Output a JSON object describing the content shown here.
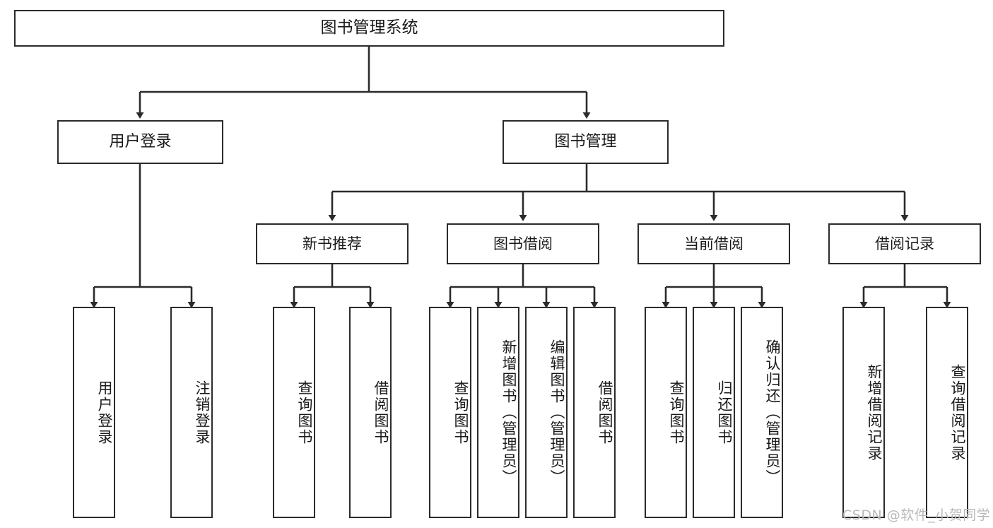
{
  "diagram": {
    "type": "tree",
    "title": "图书管理系统",
    "root": {
      "label": "图书管理系统"
    },
    "level2": [
      {
        "label": "用户登录"
      },
      {
        "label": "图书管理"
      }
    ],
    "level3": [
      {
        "label": "新书推荐"
      },
      {
        "label": "图书借阅"
      },
      {
        "label": "当前借阅"
      },
      {
        "label": "借阅记录"
      }
    ],
    "leaves": {
      "user_login": [
        {
          "label": "用户登录"
        },
        {
          "label": "注销登录"
        }
      ],
      "new_book_recommend": [
        {
          "label": "查询图书"
        },
        {
          "label": "借阅图书"
        }
      ],
      "book_borrow": [
        {
          "label": "查询图书"
        },
        {
          "label": "新增图书（管理员）"
        },
        {
          "label": "编辑图书（管理员）"
        },
        {
          "label": "借阅图书"
        }
      ],
      "current_borrow": [
        {
          "label": "查询图书"
        },
        {
          "label": "归还图书"
        },
        {
          "label": "确认归还（管理员）"
        }
      ],
      "borrow_record": [
        {
          "label": "新增借阅记录"
        },
        {
          "label": "查询借阅记录"
        }
      ]
    }
  },
  "watermark": {
    "text": "CSDN @软件_小贺同学"
  },
  "colors": {
    "box_border": "#2b2b2b",
    "box_fill": "#ffffff",
    "connector": "#2b2b2b",
    "text": "#1a1a1a",
    "watermark": "#b9b9b9"
  }
}
